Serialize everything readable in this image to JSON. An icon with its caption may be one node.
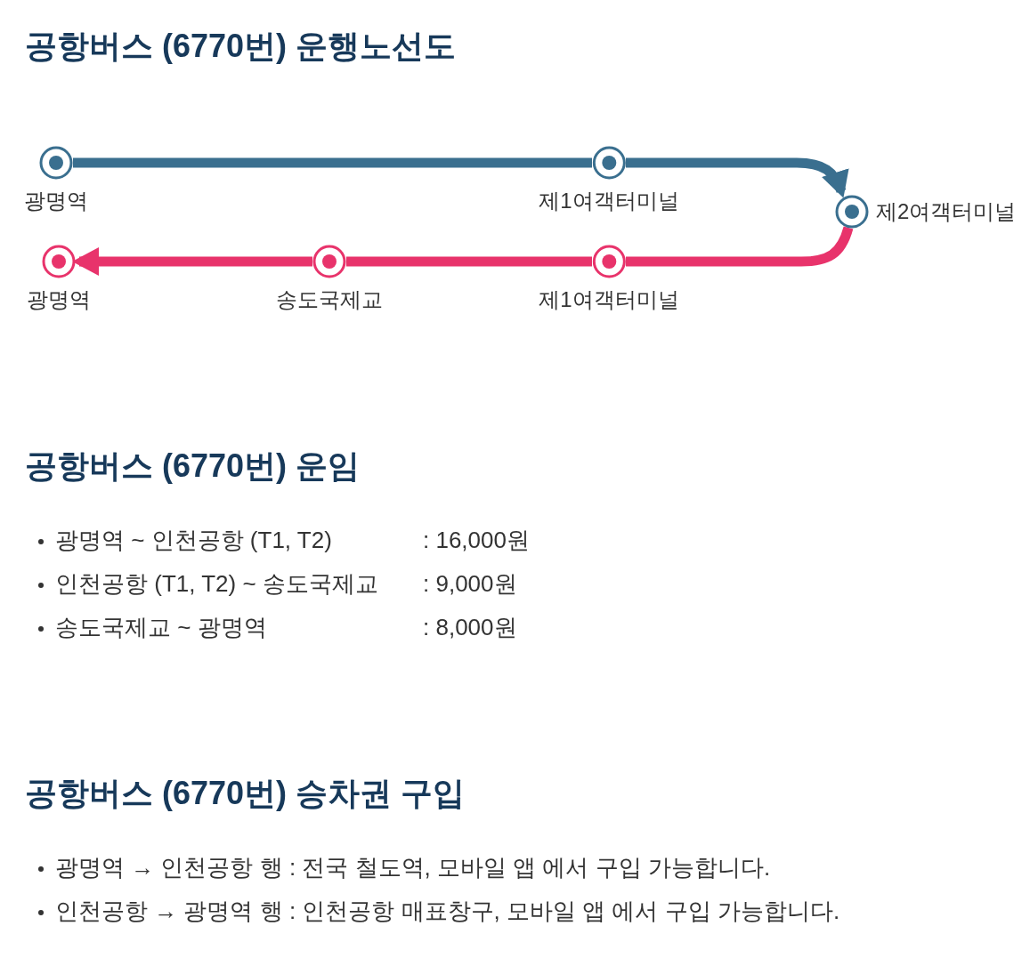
{
  "diagram": {
    "title": "공항버스 (6770번) 운행노선도",
    "nodes": [
      {
        "text": [
          "광명역"
        ]
      },
      {
        "text": [
          "제1여객터미널"
        ]
      },
      {
        "text": [
          "제2여객터미널"
        ]
      },
      {
        "text": [
          "광명역"
        ]
      },
      {
        "text": [
          "송도국제교"
        ]
      },
      {
        "text": [
          "제1여객터미널"
        ]
      }
    ],
    "edges": [
      {
        "from": 0,
        "to": 1,
        "arrow": "none",
        "color": "#3a6f8f"
      },
      {
        "from": 1,
        "to": 2,
        "arrow": "to",
        "color": "#3a6f8f"
      },
      {
        "from": 2,
        "to": 5,
        "arrow": "none",
        "color": "#e8336b"
      },
      {
        "from": 5,
        "to": 4,
        "arrow": "none",
        "color": "#e8336b"
      },
      {
        "from": 4,
        "to": 3,
        "arrow": "to",
        "color": "#e8336b"
      }
    ],
    "labels": [
      "공항버스 (6770번) 운임",
      "광명역 ~ 인천공항 (T1, T2)",
      ": 16,000원",
      "인천공항 (T1, T2) ~ 송도국제교",
      ": 9,000원",
      "송도국제교 ~ 광명역",
      ": 8,000원",
      "공항버스 (6770번) 승차권 구입",
      "광명역 → 인천공항 행 : 전국 철도역, 모바일 앱 에서 구입 가능합니다.",
      "인천공항 → 광명역 행 : 인천공항 매표창구, 모바일 앱 에서 구입 가능합니다."
    ]
  }
}
